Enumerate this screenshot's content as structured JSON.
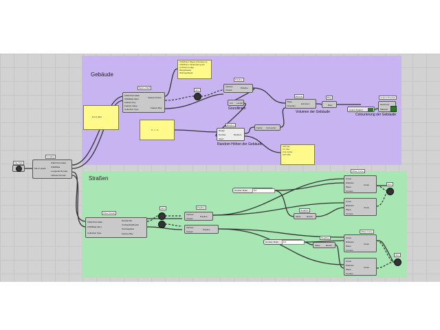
{
  "groups": {
    "gebaeude": {
      "label": "Gebäude",
      "color": "#c8b4f0"
    },
    "strassen": {
      "label": "Straßen",
      "color": "#a8e6b4"
    }
  },
  "notes": {
    "grundlinien": "Grundlinien",
    "random_hoehen": "Random Höhen der Gebäude",
    "volumen": "Volumen der Gebäude",
    "colourierung": "Colourierung der Gebäude"
  },
  "file_path": {
    "tag": "File Path",
    "component": "File P Upath"
  },
  "location": {
    "tag": "Location",
    "inputs": [
      "OSM Point Data",
      "OSMData",
      "Longitude Domain",
      "Latitude Domain"
    ]
  },
  "osm_building": {
    "tag": "Mesh+OSM",
    "inputs": [
      "OSM Point Data",
      "OSMData Ident",
      "Feature Key",
      "Feature Value",
      "Collection Type"
    ],
    "outputs": [
      "Feature Points",
      "Feature Bay"
    ]
  },
  "osm_roads": {
    "tag": "Other Roads",
    "inputs": [
      "OSM Point Data",
      "OSMData Ident",
      "Collection Type"
    ],
    "outputs": [
      "Residential",
      "UnclassifiedRoads",
      "TertClassified",
      "Feature Bay"
    ]
  },
  "panels": {
    "top": {
      "rows": [
        "OSMPoint: Bland (Christian A)",
        "OSMPoint: Whittenberg (D)",
        "Amthaus Lodge",
        "Baugebäude",
        "Wohngebäude"
      ]
    },
    "building_list": {
      "text": "list of data"
    },
    "height_list": {
      "text": "0 - 1 - 3"
    },
    "random_out": {
      "rows": [
        "0.61 Aa",
        "0.1 3Ao",
        "0.11 Jd Aa",
        "0.87 38o"
      ]
    }
  },
  "polyline1": {
    "tag": "Polyline",
    "inputs": [
      "Vertices",
      "Closed"
    ],
    "output": "Polyline"
  },
  "length": {
    "inputs": [
      "List"
    ],
    "output": "Length"
  },
  "random": {
    "tag": "Random",
    "inputs": [
      "Range",
      "Number",
      "Seed"
    ],
    "output": "Random"
  },
  "extrude": {
    "tag": "Extrude",
    "inputs": [
      "Base",
      "Direction"
    ],
    "output": "Extrusion"
  },
  "unit_vector": {
    "inputs": [
      "Factor"
    ],
    "output": "Unit vector"
  },
  "brep": {
    "tag": "Brep",
    "label": "Brep"
  },
  "custom_preview": {
    "tag": "Custom Preview",
    "inputs": [
      "Geometry",
      "Material"
    ]
  },
  "colour_swatch": {
    "label": "Colour Swatch"
  },
  "polyline2": {
    "tag": "Polyline",
    "inputs": [
      "Vertices",
      "Closed"
    ],
    "output": "Polyline"
  },
  "polyline3": {
    "inputs": [
      "Vertices",
      "Closed"
    ],
    "output": "Polyline"
  },
  "offset_curve1": {
    "tag": "Offset Curve",
    "inputs": [
      "Curve",
      "Distance",
      "Plane",
      "Corners"
    ],
    "output": "Curve"
  },
  "offset_curve2": {
    "inputs": [
      "Curve",
      "Distance",
      "Plane",
      "Corners"
    ],
    "output": "Curve"
  },
  "offset_curve3": {
    "tag": "Offset Curve",
    "inputs": [
      "Curve",
      "Distance",
      "Plane",
      "Corners"
    ],
    "output": "Curve"
  },
  "offset_curve4": {
    "inputs": [
      "Curve",
      "Distance",
      "Plane",
      "Corners"
    ],
    "output": "Curve"
  },
  "negative1": {
    "tag": "Negative",
    "input": "Value",
    "output": "Result"
  },
  "negative2": {
    "tag": "Negative",
    "input": "Value",
    "output": "Result"
  },
  "slider1": {
    "label": "Number Slider",
    "value": "8.0"
  },
  "slider2": {
    "label": "Number Slider",
    "value": "6.0"
  },
  "join_tags": {
    "a": "Join",
    "b": "Join",
    "c": "Join",
    "d": "Join"
  }
}
